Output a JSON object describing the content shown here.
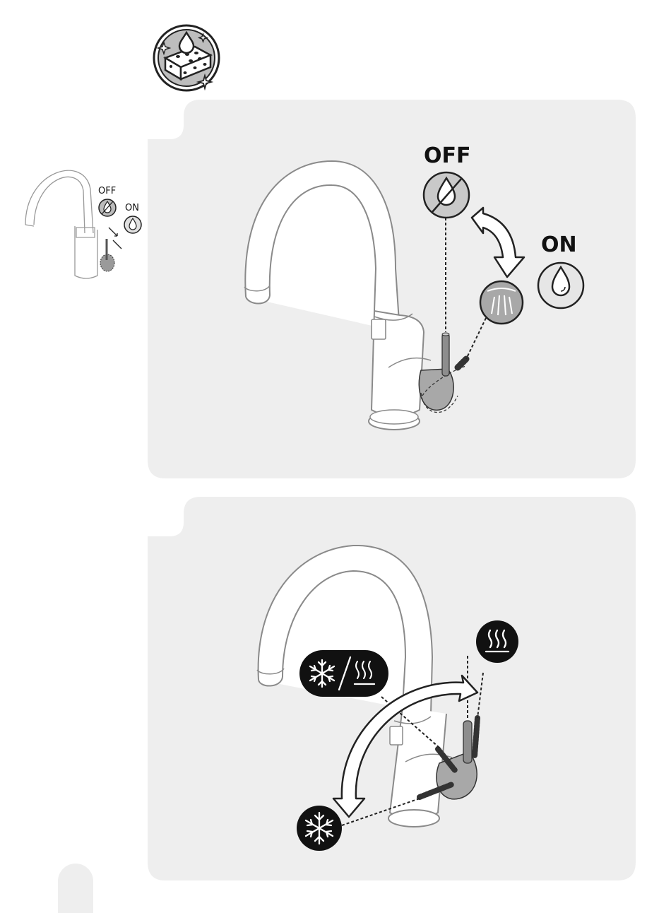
{
  "header": {
    "cleaning_icon": "sponge-cleaning-icon"
  },
  "panel1": {
    "off_label": "OFF",
    "on_label": "ON",
    "thumb_off_label": "OFF",
    "thumb_on_label": "ON",
    "icons": [
      "water-off-icon",
      "water-on-icon",
      "spray-icon",
      "swap-arrow-icon"
    ]
  },
  "panel2": {
    "icons": [
      "cold-hot-icon",
      "hot-icon",
      "cold-icon",
      "rotate-arrow-icon"
    ]
  },
  "colors": {
    "panel_bg": "#eeeeee",
    "gray_fill": "#a8a8a8",
    "dark_fill": "#111111",
    "outline": "#222222"
  }
}
